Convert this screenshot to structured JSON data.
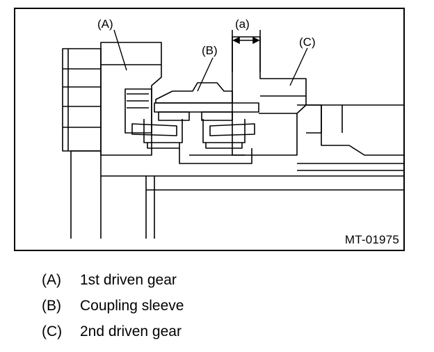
{
  "figure": {
    "id_label": "MT-01975",
    "callouts": {
      "a": "(A)",
      "b": "(B)",
      "c": "(C)",
      "gap": "(a)"
    }
  },
  "legend": [
    {
      "key": "(A)",
      "text": "1st driven gear"
    },
    {
      "key": "(B)",
      "text": "Coupling sleeve"
    },
    {
      "key": "(C)",
      "text": "2nd driven gear"
    }
  ]
}
